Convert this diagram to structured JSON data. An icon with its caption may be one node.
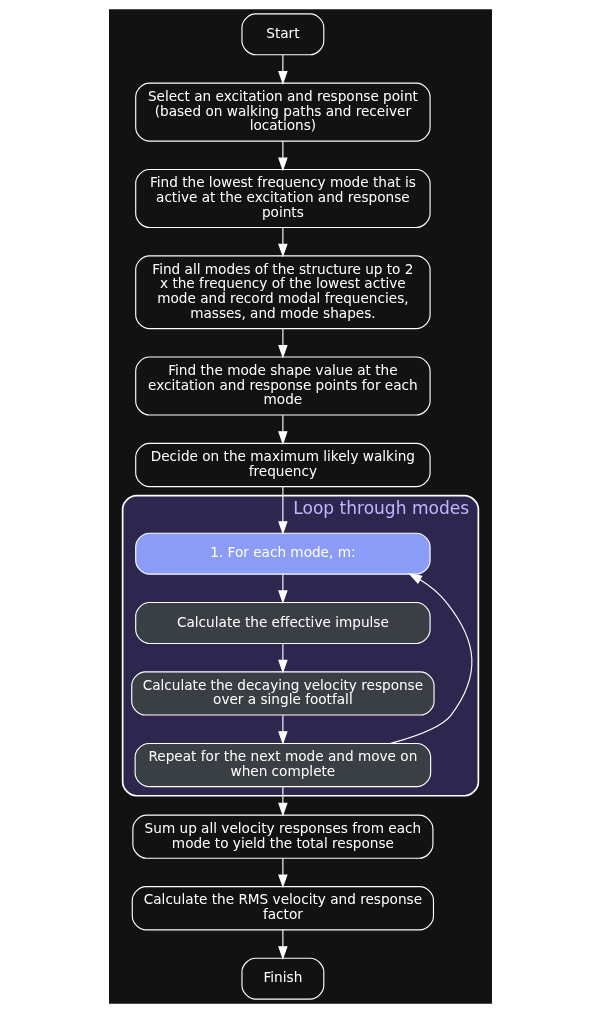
{
  "diagram": {
    "nodes": [
      {
        "text": [
          "Start"
        ]
      },
      {
        "text": [
          "Select an excitation and response point (based on walking paths and receiver locations)"
        ]
      },
      {
        "text": [
          "Find the lowest frequency mode that is active at the excitation and response points"
        ]
      },
      {
        "text": [
          "Find all modes of the structure up to 2 x the frequency of the lowest active mode and record modal frequencies, masses, and mode shapes."
        ]
      },
      {
        "text": [
          "Find the mode shape value at the excitation and response points for each mode"
        ]
      },
      {
        "text": [
          "Decide on the maximum likely walking frequency"
        ]
      },
      {
        "text": [
          "Loop through modes"
        ]
      },
      {
        "text": [
          "1. For each mode, m:"
        ],
        "in": 6
      },
      {
        "text": [
          "Calculate the effective impulse"
        ],
        "in": 6
      },
      {
        "text": [
          "Calculate the decaying velocity response over a single footfall"
        ],
        "in": 6
      },
      {
        "text": [
          "Repeat for the next mode and move on when complete"
        ],
        "in": 6
      },
      {
        "text": [
          "Sum up all velocity responses from each mode to yield the total response"
        ]
      },
      {
        "text": [
          "Calculate the RMS velocity and response factor"
        ]
      },
      {
        "text": [
          "Finish"
        ]
      }
    ],
    "edges": [
      {
        "from": 0,
        "to": 1,
        "arrow": "to"
      },
      {
        "from": 1,
        "to": 2,
        "arrow": "to"
      },
      {
        "from": 2,
        "to": 3,
        "arrow": "to"
      },
      {
        "from": 3,
        "to": 4,
        "arrow": "to"
      },
      {
        "from": 4,
        "to": 5,
        "arrow": "to"
      },
      {
        "from": 5,
        "to": 7,
        "arrow": "to"
      },
      {
        "from": 7,
        "to": 8,
        "arrow": "to"
      },
      {
        "from": 8,
        "to": 9,
        "arrow": "to"
      },
      {
        "from": 9,
        "to": 10,
        "arrow": "to"
      },
      {
        "from": 10,
        "to": 7,
        "arrow": "to"
      },
      {
        "from": 10,
        "to": 11,
        "arrow": "to"
      },
      {
        "from": 11,
        "to": 12,
        "arrow": "to"
      },
      {
        "from": 12,
        "to": 13,
        "arrow": "to"
      }
    ]
  }
}
